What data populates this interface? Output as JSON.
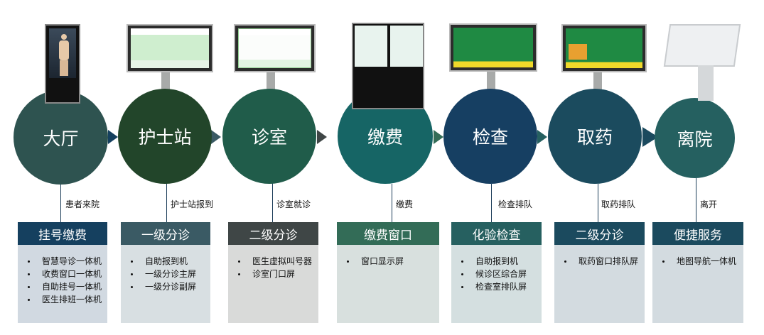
{
  "stages": [
    {
      "label": "大厅",
      "step": "患者来院",
      "box_title": "挂号缴费",
      "items": [
        "智慧导诊一体机",
        "收费窗口一体机",
        "自助挂号一体机",
        "医生排班一体机"
      ],
      "circle_color": "#2e5350",
      "header_color": "#15405f",
      "body_color": "#d1d9e1"
    },
    {
      "label": "护士站",
      "step": "护士站报到",
      "box_title": "一级分诊",
      "items": [
        "自助报到机",
        "一级分诊主屏",
        "一级分诊副屏"
      ],
      "circle_color": "#22452a",
      "header_color": "#3a5a64",
      "body_color": "#d8dfe2"
    },
    {
      "label": "诊室",
      "step": "诊室就诊",
      "box_title": "二级分诊",
      "items": [
        "医生虚拟叫号器",
        "诊室门口屏"
      ],
      "circle_color": "#205c4a",
      "header_color": "#3f4646",
      "body_color": "#d9dad9"
    },
    {
      "label": "缴费",
      "step": "缴费",
      "box_title": "缴费窗口",
      "items": [
        "窗口显示屏"
      ],
      "circle_color": "#166565",
      "header_color": "#336c57",
      "body_color": "#d8e0de"
    },
    {
      "label": "检查",
      "step": "检查排队",
      "box_title": "化验检查",
      "items": [
        "自助报到机",
        "候诊区综合屏",
        "检查室排队屏"
      ],
      "circle_color": "#163f62",
      "header_color": "#266060",
      "body_color": "#d4dfe0"
    },
    {
      "label": "取药",
      "step": "取药排队",
      "box_title": "二级分诊",
      "items": [
        "取药窗口排队屏"
      ],
      "circle_color": "#1b4b5e",
      "header_color": "#1b4a5e",
      "body_color": "#d3dbe0"
    },
    {
      "label": "离院",
      "step": "离开",
      "box_title": "便捷服务",
      "items": [
        "地图导航一体机"
      ],
      "circle_color": "#256060",
      "header_color": "#1b4a5e",
      "body_color": "#d3dbe0"
    }
  ]
}
